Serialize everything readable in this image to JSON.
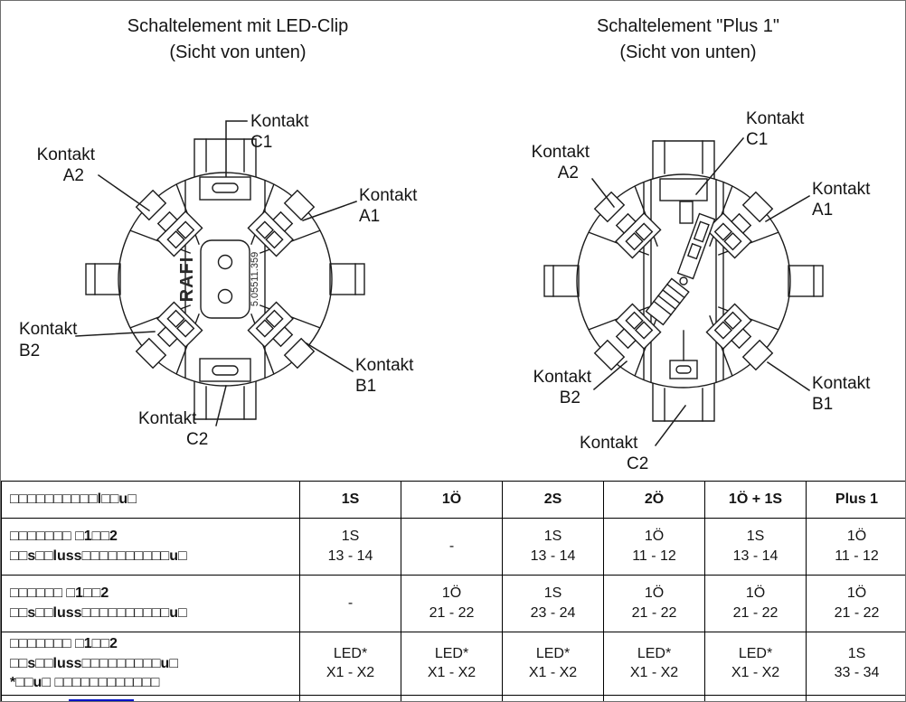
{
  "titles": {
    "left": {
      "line1": "Schaltelement mit LED-Clip",
      "line2": "(Sicht von unten)"
    },
    "right": {
      "line1": "Schaltelement \"Plus 1\"",
      "line2": "(Sicht von unten)"
    }
  },
  "diagram_left": {
    "brand": "RAFI",
    "part_number": "5.05511.359",
    "labels": {
      "c1": {
        "line1": "Kontakt",
        "line2": "C1"
      },
      "a2": {
        "line1": "Kontakt",
        "line2": "A2"
      },
      "a1": {
        "line1": "Kontakt",
        "line2": "A1"
      },
      "b2": {
        "line1": "Kontakt",
        "line2": "B2"
      },
      "b1": {
        "line1": "Kontakt",
        "line2": "B1"
      },
      "c2": {
        "line1": "Kontakt",
        "line2": "C2"
      }
    }
  },
  "diagram_right": {
    "labels": {
      "c1": {
        "line1": "Kontakt",
        "line2": "C1"
      },
      "a2": {
        "line1": "Kontakt",
        "line2": "A2"
      },
      "a1": {
        "line1": "Kontakt",
        "line2": "A1"
      },
      "b2": {
        "line1": "Kontakt",
        "line2": "B2"
      },
      "b1": {
        "line1": "Kontakt",
        "line2": "B1"
      },
      "c2": {
        "line1": "Kontakt",
        "line2": "C2"
      }
    }
  },
  "table": {
    "header_label": "□□□□□□□□□□l□□u□",
    "columns": [
      "1S",
      "1Ö",
      "2S",
      "2Ö",
      "1Ö + 1S",
      "Plus 1"
    ],
    "rows": [
      {
        "label_lines": [
          "□□□□□□□ □1□□2",
          "□□s□□luss□□□□□□□□□□u□"
        ],
        "cells": [
          [
            "1S",
            "13 - 14"
          ],
          [
            "-",
            ""
          ],
          [
            "1S",
            "13 - 14"
          ],
          [
            "1Ö",
            "11 - 12"
          ],
          [
            "1S",
            "13 - 14"
          ],
          [
            "1Ö",
            "11 - 12"
          ]
        ]
      },
      {
        "label_lines": [
          "□□□□□□ □1□□2",
          "□□s□□luss□□□□□□□□□□u□"
        ],
        "cells": [
          [
            "-",
            ""
          ],
          [
            "1Ö",
            "21 - 22"
          ],
          [
            "1S",
            "23 - 24"
          ],
          [
            "1Ö",
            "21 - 22"
          ],
          [
            "1Ö",
            "21 - 22"
          ],
          [
            "1Ö",
            "21 - 22"
          ]
        ]
      },
      {
        "label_lines": [
          "□□□□□□□ □1□□2",
          "□□s□□luss□□□□□□□□□u□",
          "*□□u□ □□□□□□□□□□□□"
        ],
        "cells": [
          [
            "LED*",
            "X1 - X2"
          ],
          [
            "LED*",
            "X1 - X2"
          ],
          [
            "LED*",
            "X1 - X2"
          ],
          [
            "LED*",
            "X1 - X2"
          ],
          [
            "LED*",
            "X1 - X2"
          ],
          [
            "1S",
            "33 - 34"
          ]
        ]
      }
    ]
  }
}
